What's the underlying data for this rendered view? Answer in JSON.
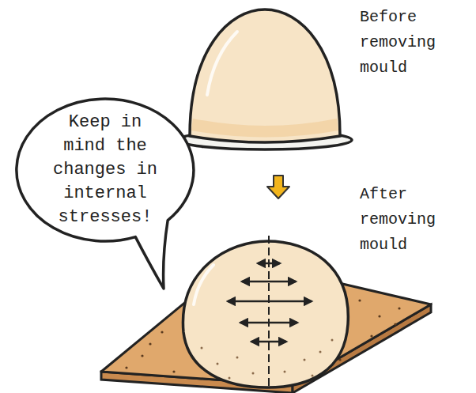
{
  "diagram": {
    "nodes": [
      {
        "text": [
          "Keep in mind the changes in internal stresses!"
        ]
      }
    ],
    "labels": [
      "Before removing mould",
      "After removing mould"
    ]
  }
}
